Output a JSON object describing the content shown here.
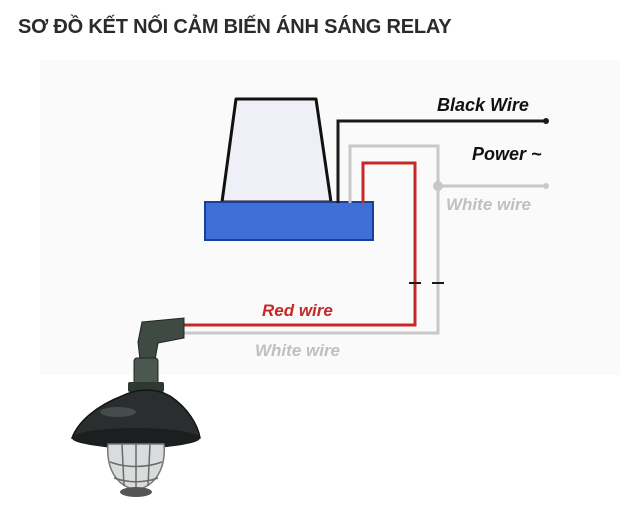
{
  "header": {
    "title": "SƠ ĐỒ KẾT NỐI CẢM BIẾN ÁNH SÁNG RELAY"
  },
  "diagram": {
    "labels": {
      "black_wire": "Black Wire",
      "power": "Power ~",
      "white_wire_right": "White wire",
      "red_wire": "Red wire",
      "white_wire_bottom": "White wire"
    },
    "colors": {
      "sensor_dome": "#eeeff7",
      "sensor_base": "#3d6fd6",
      "black_wire": "#1a1a1a",
      "red_wire": "#c62828",
      "white_wire": "#c8c8c8",
      "lamp_shade": "#2a2e2e",
      "lamp_bracket": "#3e4a42"
    }
  }
}
